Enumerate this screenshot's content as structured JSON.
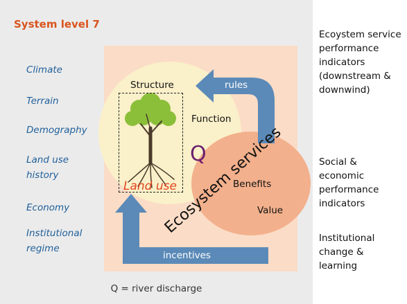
{
  "title": "System level 7",
  "drivers": [
    "Climate",
    "Terrain",
    "Demography",
    "Land use history",
    "Economy",
    "Institutional regime"
  ],
  "indicators": [
    "Ecoystem service performance indicators (downstream & downwind)",
    "Social & economic performance indicators",
    "Institutional change & learning"
  ],
  "diagram": {
    "structure": "Structure",
    "function": "Function",
    "q_symbol": "Q",
    "land_use": "Land use",
    "ecosystem_services": "Ecosystem services",
    "benefits": "Benefits",
    "value": "Value",
    "rules": "rules",
    "incentives": "incentives"
  },
  "caption": "Q = river discharge",
  "colors": {
    "title": "#d9541e",
    "drivers": "#1f5f9a",
    "panel_bg": "#ebebeb",
    "inner_bg": "#fbdcc6",
    "yellow_circle": "#faf0c9",
    "orange_ellipse": "#f3b08c",
    "arrow": "#5b8ab8",
    "land_use": "#e0461e",
    "q_symbol": "#6b1e6e"
  }
}
